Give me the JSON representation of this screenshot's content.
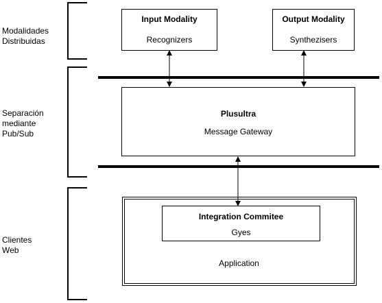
{
  "labels": {
    "distributed": "Modalidades\nDistribuidas",
    "pubsub": "Separación\nmediante\nPub/Sub",
    "web": "Clientes\nWeb"
  },
  "boxes": {
    "input": {
      "title": "Input Modality",
      "subtitle": "Recognizers"
    },
    "output": {
      "title": "Output Modality",
      "subtitle": "Synthezisers"
    },
    "plusultra": {
      "title": "Plusultra",
      "subtitle": "Message Gateway"
    },
    "integration": {
      "title": "Integration Commitee",
      "subtitle": "Gyes"
    },
    "application": {
      "subtitle": "Application"
    }
  }
}
